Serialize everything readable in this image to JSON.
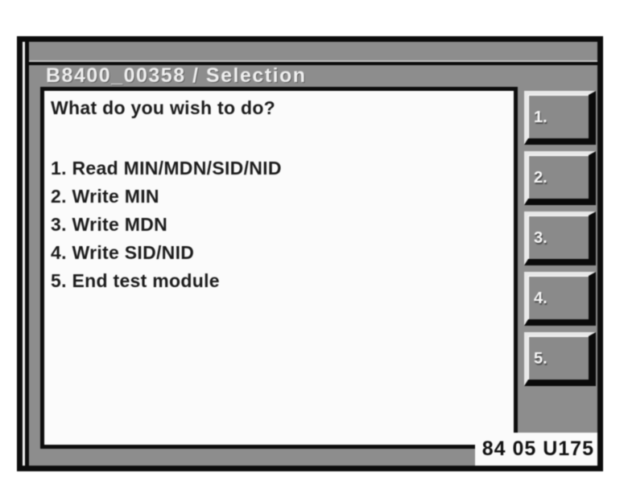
{
  "window": {
    "title": "B8400_00358 / Selection",
    "status_code": "84 05 U175"
  },
  "content": {
    "prompt": "What do you wish to do?",
    "menu_items": [
      "1. Read MIN/MDN/SID/NID",
      "2. Write MIN",
      "3. Write MDN",
      "4. Write SID/NID",
      "5. End test module"
    ]
  },
  "softkeys": [
    {
      "label": "1."
    },
    {
      "label": "2."
    },
    {
      "label": "3."
    },
    {
      "label": "4."
    },
    {
      "label": "5."
    }
  ],
  "colors": {
    "bezel_gray": "#8d8d8d",
    "frame_black": "#0c0c0c",
    "panel_white": "#fbfbfb",
    "key_face": "#8a8a8a",
    "key_highlight": "#e8e8e8",
    "key_shadow": "#0a0a0a",
    "text_black": "#1c1c1c",
    "title_white": "#efefef"
  }
}
